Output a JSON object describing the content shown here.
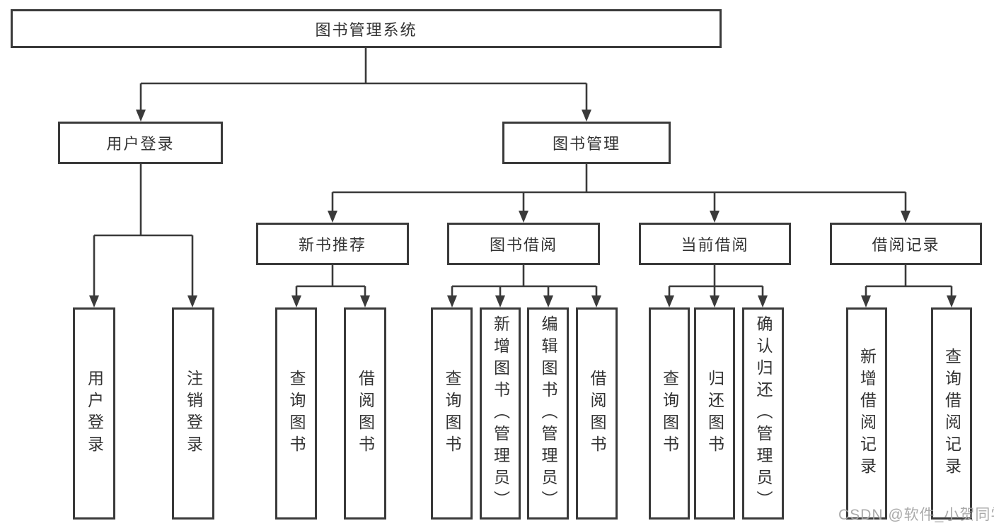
{
  "colors": {
    "line": "#3a3a3a",
    "box_border": "#3a3a3a",
    "text": "#333333",
    "background": "#ffffff",
    "watermark": "#a3a3a3"
  },
  "watermark": "CSDN @软件_小贺同学",
  "tree": {
    "root": {
      "label": "图书管理系统"
    },
    "children": [
      {
        "label": "用户登录",
        "leaves": [
          "用户登录",
          "注销登录"
        ]
      },
      {
        "label": "图书管理",
        "children": [
          {
            "label": "新书推荐",
            "leaves": [
              "查询图书",
              "借阅图书"
            ]
          },
          {
            "label": "图书借阅",
            "leaves": [
              "查询图书",
              "新增图书（管理员）",
              "编辑图书（管理员）",
              "借阅图书"
            ]
          },
          {
            "label": "当前借阅",
            "leaves": [
              "查询图书",
              "归还图书",
              "确认归还（管理员）"
            ]
          },
          {
            "label": "借阅记录",
            "leaves": [
              "新增借阅记录",
              "查询借阅记录"
            ]
          }
        ]
      }
    ]
  }
}
